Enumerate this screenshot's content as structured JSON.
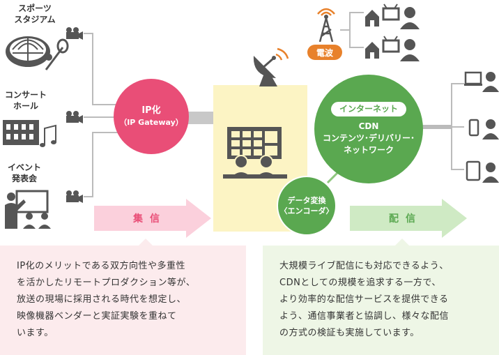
{
  "sources": [
    {
      "label_lines": [
        "スポーツ",
        "スタジアム"
      ],
      "icon": "stadium-icon"
    },
    {
      "label_lines": [
        "コンサート",
        "ホール"
      ],
      "icon": "concert-hall-icon"
    },
    {
      "label_lines": [
        "イベント",
        "発表会"
      ],
      "icon": "presentation-icon"
    }
  ],
  "ip_gateway": {
    "line1": "IP化",
    "line2": "（IP Gateway）"
  },
  "encoder": {
    "line1": "データ変換",
    "line2": "〈エンコーダ〉"
  },
  "broadcast": {
    "label": "電波"
  },
  "cdn": {
    "pill": "インターネット",
    "line1": "CDN",
    "line2": "コンテンツ･デリバリー･",
    "line3": "ネットワーク"
  },
  "arrows": {
    "left": "集信",
    "right": "配信"
  },
  "description_left": [
    "IP化のメリットである双方向性や多重性",
    "を活かしたリモートプロダクション等が、",
    "放送の現場に採用される時代を想定し、",
    "映像機器ベンダーと実証実験を重ねて",
    "います。"
  ],
  "description_right": [
    "大規模ライブ配信にも対応できるよう、",
    "CDNとしての規模を追求する一方で、",
    "より効率的な配信サービスを提供できる",
    "よう、通信事業者と協調し、様々な配信",
    "の方式の検証も実施しています。"
  ],
  "colors": {
    "pink": "#e94e77",
    "green": "#5aa850",
    "orange": "#e8812b",
    "cream": "#fcf4c4",
    "gray": "#555555",
    "line": "#bbbbbb"
  }
}
